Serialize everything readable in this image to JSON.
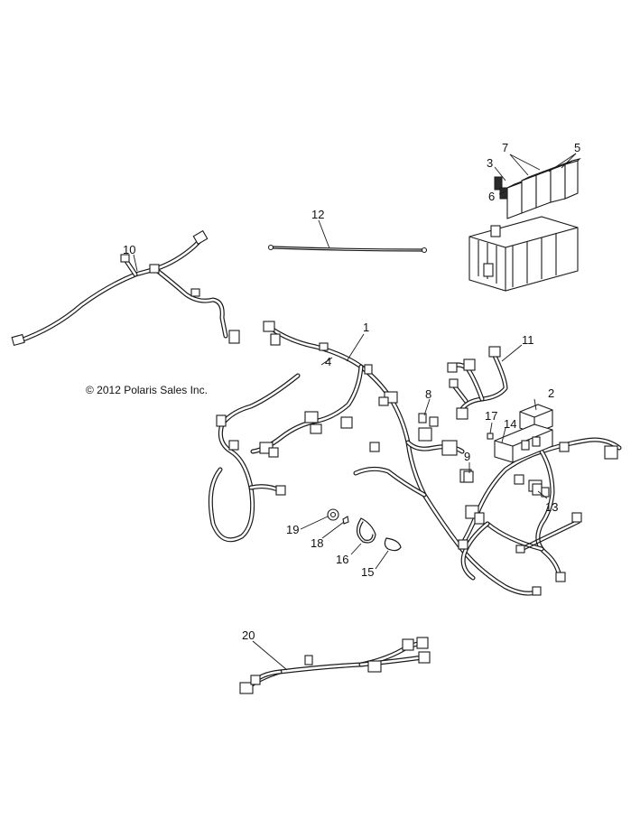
{
  "copyright": "© 2012 Polaris Sales Inc.",
  "callouts": [
    {
      "id": "1",
      "label": "1"
    },
    {
      "id": "2",
      "label": "2"
    },
    {
      "id": "3",
      "label": "3"
    },
    {
      "id": "4",
      "label": "4"
    },
    {
      "id": "5",
      "label": "5"
    },
    {
      "id": "6",
      "label": "6"
    },
    {
      "id": "7",
      "label": "7"
    },
    {
      "id": "8",
      "label": "8"
    },
    {
      "id": "9",
      "label": "9"
    },
    {
      "id": "10",
      "label": "10"
    },
    {
      "id": "11",
      "label": "11"
    },
    {
      "id": "12",
      "label": "12"
    },
    {
      "id": "13",
      "label": "13"
    },
    {
      "id": "14",
      "label": "14"
    },
    {
      "id": "15",
      "label": "15"
    },
    {
      "id": "16",
      "label": "16"
    },
    {
      "id": "17",
      "label": "17"
    },
    {
      "id": "18",
      "label": "18"
    },
    {
      "id": "19",
      "label": "19"
    },
    {
      "id": "20",
      "label": "20"
    }
  ],
  "colors": {
    "line": "#1a1a1a",
    "background": "#ffffff"
  }
}
